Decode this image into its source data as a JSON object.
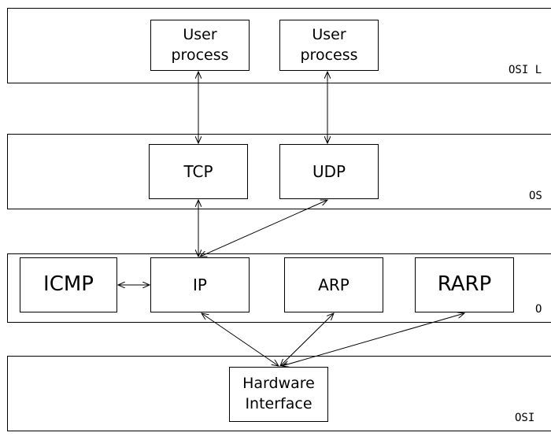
{
  "layers": [
    {
      "label": "OSI L"
    },
    {
      "label": "OS"
    },
    {
      "label": "O"
    },
    {
      "label": "OSI"
    }
  ],
  "boxes": {
    "user_process_1": "User\nprocess",
    "user_process_2": "User\nprocess",
    "tcp": "TCP",
    "udp": "UDP",
    "icmp": "ICMP",
    "ip": "IP",
    "arp": "ARP",
    "rarp": "RARP",
    "hardware_interface": "Hardware\nInterface"
  },
  "colors": {
    "stroke": "#000000",
    "background": "#ffffff"
  }
}
